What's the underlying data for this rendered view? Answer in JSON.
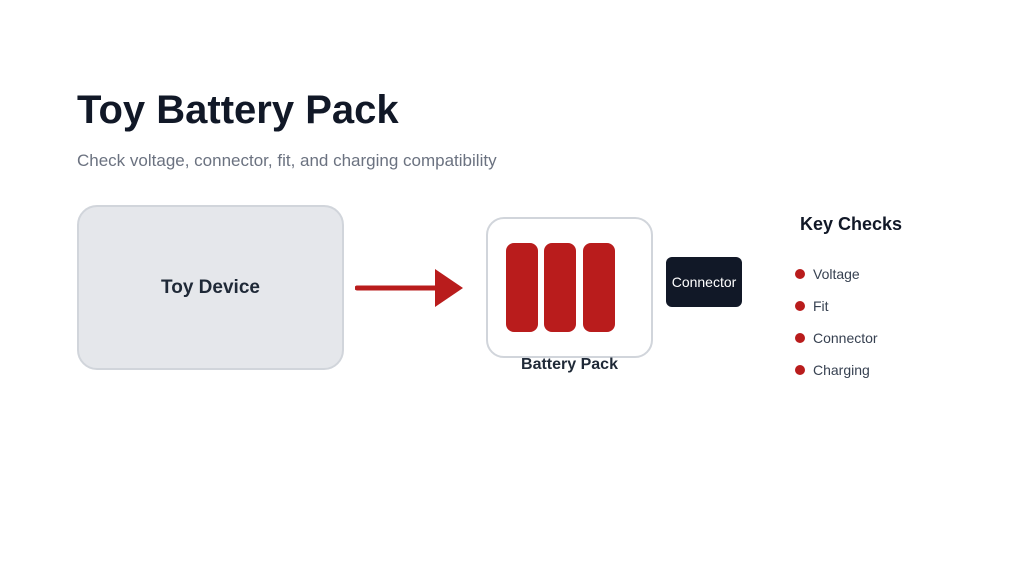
{
  "header": {
    "title": "Toy Battery Pack",
    "subtitle": "Check voltage, connector, fit, and charging compatibility"
  },
  "diagram": {
    "device_label": "Toy Device",
    "pack_label": "Battery Pack",
    "connector_label": "Connector",
    "cell_count": 3
  },
  "checks": {
    "title": "Key Checks",
    "items": [
      "Voltage",
      "Fit",
      "Connector",
      "Charging"
    ]
  },
  "colors": {
    "accent": "#b91c1c",
    "dark": "#111827",
    "device_fill": "#e5e7eb",
    "border": "#d1d5db",
    "muted_text": "#6b7280"
  },
  "icons": {
    "arrow": "arrow-right-icon",
    "bullet": "bullet-dot-icon"
  }
}
